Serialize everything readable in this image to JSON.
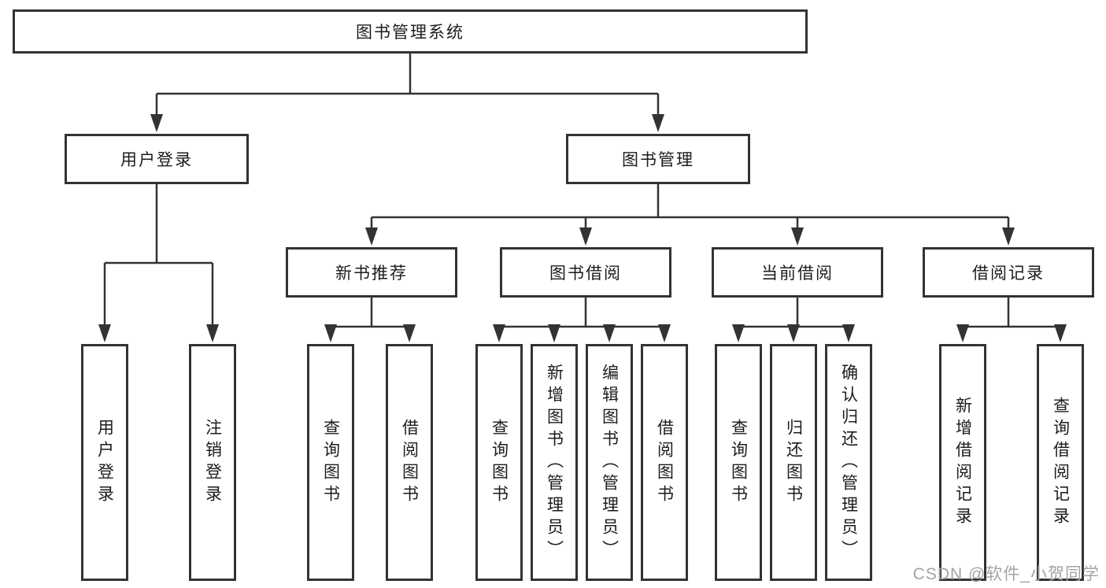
{
  "diagram": {
    "nodes": {
      "root": "图书管理系统",
      "user_login": "用户登录",
      "book_mgmt": "图书管理",
      "new_books": "新书推荐",
      "book_borrow": "图书借阅",
      "current_borrow": "当前借阅",
      "borrow_records": "借阅记录",
      "leaf_user_login": "用户登录",
      "leaf_logout": "注销登录",
      "leaf_nb_query": "查询图书",
      "leaf_nb_borrow": "借阅图书",
      "leaf_bb_query": "查询图书",
      "leaf_bb_add": "新增图书（管理员）",
      "leaf_bb_edit": "编辑图书（管理员）",
      "leaf_bb_borrow": "借阅图书",
      "leaf_cb_query": "查询图书",
      "leaf_cb_return": "归还图书",
      "leaf_cb_confirm": "确认归还（管理员）",
      "leaf_br_add": "新增借阅记录",
      "leaf_br_query": "查询借阅记录"
    },
    "edges": [
      [
        "图书管理系统",
        "用户登录"
      ],
      [
        "图书管理系统",
        "图书管理"
      ],
      [
        "用户登录",
        "用户登录"
      ],
      [
        "用户登录",
        "注销登录"
      ],
      [
        "图书管理",
        "新书推荐"
      ],
      [
        "图书管理",
        "图书借阅"
      ],
      [
        "图书管理",
        "当前借阅"
      ],
      [
        "图书管理",
        "借阅记录"
      ],
      [
        "新书推荐",
        "查询图书"
      ],
      [
        "新书推荐",
        "借阅图书"
      ],
      [
        "图书借阅",
        "查询图书"
      ],
      [
        "图书借阅",
        "新增图书（管理员）"
      ],
      [
        "图书借阅",
        "编辑图书（管理员）"
      ],
      [
        "图书借阅",
        "借阅图书"
      ],
      [
        "当前借阅",
        "查询图书"
      ],
      [
        "当前借阅",
        "归还图书"
      ],
      [
        "当前借阅",
        "确认归还（管理员）"
      ],
      [
        "借阅记录",
        "新增借阅记录"
      ],
      [
        "借阅记录",
        "查询借阅记录"
      ]
    ],
    "watermark": "CSDN @软件_小贺同学",
    "colors": {
      "line": "#333333",
      "box_border": "#333333",
      "text": "#1c1c1c",
      "watermark": "#a3a3a3",
      "background": "#ffffff"
    }
  }
}
